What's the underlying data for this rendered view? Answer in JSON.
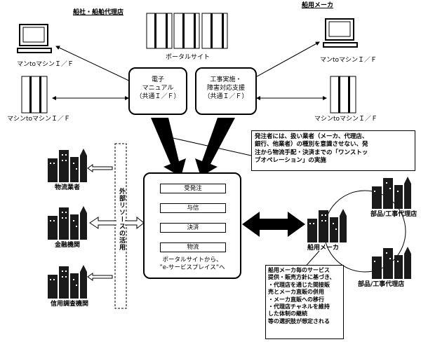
{
  "headings": {
    "shipping_companies": "船社・船舶代理店",
    "ship_makers": "船用メーカ"
  },
  "portal_site": "ポータルサイト",
  "left": {
    "pc_label": "マンtoマシンＩ／Ｆ",
    "server_label": "マシンtoマシンＩ／Ｆ"
  },
  "right": {
    "pc_label": "マンtoマシンＩ／Ｆ",
    "server_label": "マシンtoマシンＩ／Ｆ"
  },
  "manual_box": {
    "line1": "電子",
    "line2": "マニュアル",
    "line3": "（共通Ｉ／Ｆ）"
  },
  "construction_box": {
    "line1": "工事実施・",
    "line2": "障害対応支援",
    "line3": "（共通Ｉ／Ｆ）"
  },
  "orderer_note": [
    "発注者には、扱い業者（メーカ、代理店、",
    "銀行、他業者）の種別を意識させない、発",
    "注から物流手配・決済までの「ワンストッ",
    "プオペレーション」の実施"
  ],
  "left_entities": [
    "物流業者",
    "金融機関",
    "信用調査機関"
  ],
  "external_resources": "外部リソースの活用",
  "services": [
    "受発注",
    "与信",
    "決済",
    "物流"
  ],
  "eservice_caption": [
    "ポータルサイトから、",
    "”e-サービスプレイス”へ"
  ],
  "ship_maker_center": "船用メーカ",
  "parts_agents": [
    "部品/工事代理店",
    "部品/工事代理店"
  ],
  "maker_note": [
    "船用メーカ毎のサービス",
    "提供・販売方針に基づき、",
    "・代理店を通じた間接販",
    "売とメーカ直販の併用",
    "・メーカ直販への移行",
    "・代理店チャネルを維持",
    "した体制の継続",
    "等の選択肢が想定される"
  ],
  "colors": {
    "ink": "#000000",
    "building_fill": "#1a1a1a",
    "paper": "#ffffff"
  },
  "icons": [
    "desktop-computer-icon",
    "server-rack-icon",
    "city-buildings-icon"
  ]
}
